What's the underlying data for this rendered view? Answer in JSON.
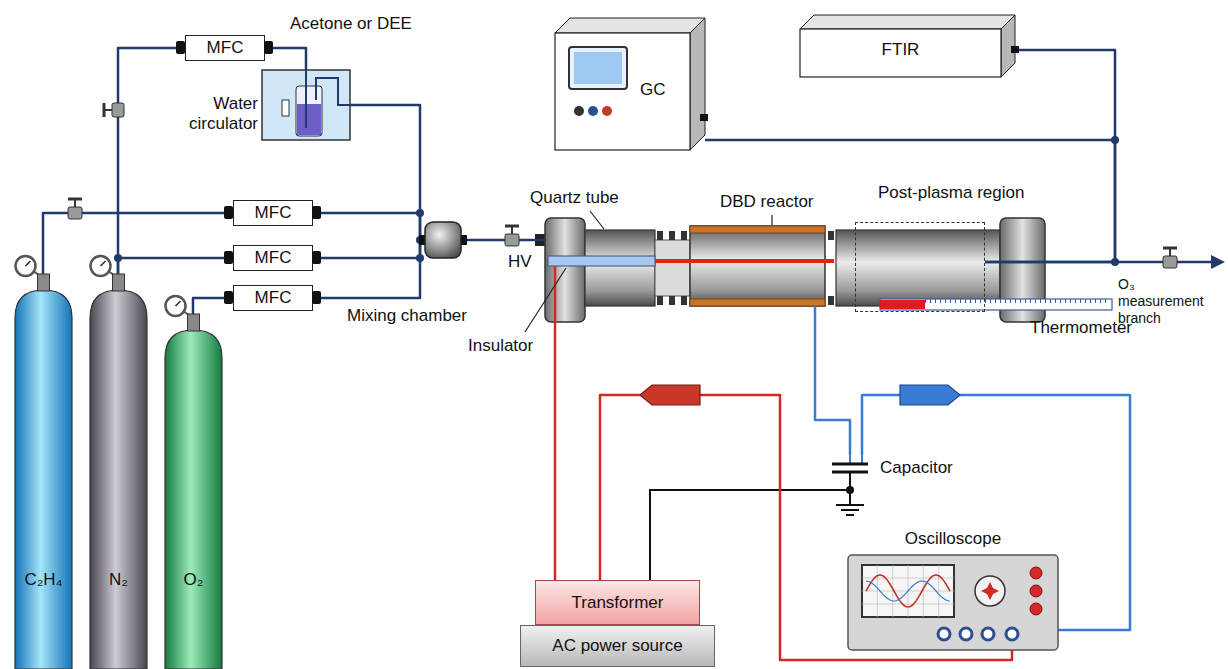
{
  "diagram": {
    "nodes": [
      {
        "text": [
          "C₂H₄"
        ]
      },
      {
        "text": [
          "N₂"
        ]
      },
      {
        "text": [
          "O₂"
        ]
      },
      {
        "text": [
          "MFC"
        ]
      },
      {
        "text": [
          "Water circulator"
        ]
      },
      {
        "text": [
          "MFC"
        ]
      },
      {
        "text": [
          "MFC"
        ]
      },
      {
        "text": [
          "MFC"
        ]
      },
      {
        "text": [
          "Mixing chamber"
        ]
      },
      {
        "text": [
          "GC"
        ]
      },
      {
        "text": [
          "FTIR"
        ]
      },
      {
        "text": [
          "Quartz tube"
        ]
      },
      {
        "text": [
          "DBD reactor"
        ]
      },
      {
        "text": [
          "Post-plasma region"
        ]
      },
      {
        "text": [
          "Capacitor"
        ]
      },
      {
        "text": [
          "Transformer"
        ]
      },
      {
        "text": [
          "AC power source"
        ]
      },
      {
        "text": [
          "Oscilloscope"
        ]
      }
    ],
    "edges": [
      {
        "from": 0,
        "to": 5,
        "arrow": "none"
      },
      {
        "from": 1,
        "to": 3,
        "arrow": "none"
      },
      {
        "from": 1,
        "to": 6,
        "arrow": "none"
      },
      {
        "from": 2,
        "to": 7,
        "arrow": "none"
      },
      {
        "from": 3,
        "to": 4,
        "arrow": "none"
      },
      {
        "from": 4,
        "to": 8,
        "arrow": "none"
      },
      {
        "from": 5,
        "to": 8,
        "arrow": "none"
      },
      {
        "from": 6,
        "to": 8,
        "arrow": "none"
      },
      {
        "from": 7,
        "to": 8,
        "arrow": "none"
      },
      {
        "from": 8,
        "to": 11,
        "arrow": "none"
      },
      {
        "from": 13,
        "to": 9,
        "arrow": "none"
      },
      {
        "from": 13,
        "to": 10,
        "arrow": "none"
      },
      {
        "from": 15,
        "to": 11,
        "arrow": "none"
      },
      {
        "from": 12,
        "to": 14,
        "arrow": "none"
      },
      {
        "from": 14,
        "to": 17,
        "arrow": "none"
      },
      {
        "from": 15,
        "to": 17,
        "arrow": "none"
      }
    ],
    "labels": [
      "Acetone or DEE",
      "HV",
      "Insulator",
      "Thermometer",
      "O₃ measurement branch"
    ]
  }
}
